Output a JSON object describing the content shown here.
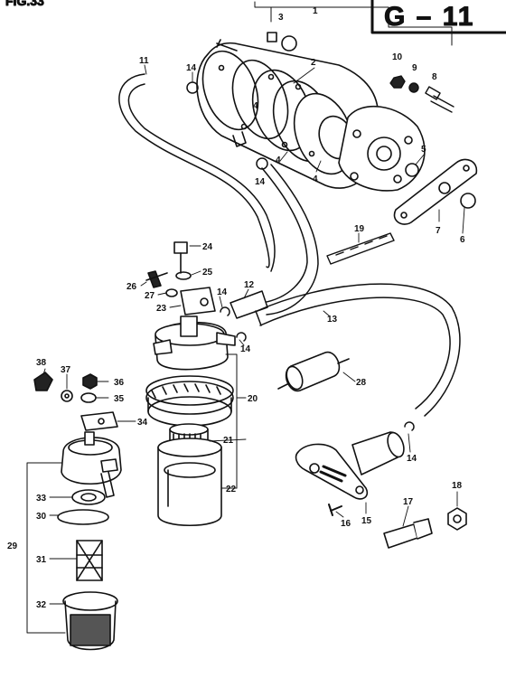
{
  "header": {
    "fig_label": "FIG.33",
    "page_code": "G – 11"
  },
  "colors": {
    "ink": "#111111",
    "paper": "#ffffff"
  },
  "callouts": [
    "1",
    "2",
    "3",
    "4",
    "4",
    "4",
    "5",
    "6",
    "7",
    "8",
    "9",
    "10",
    "11",
    "12",
    "13",
    "14",
    "14",
    "14",
    "14",
    "14",
    "15",
    "16",
    "17",
    "18",
    "19",
    "20",
    "21",
    "22",
    "23",
    "24",
    "25",
    "26",
    "27",
    "28",
    "29",
    "30",
    "31",
    "32",
    "33",
    "34",
    "35",
    "36",
    "37",
    "38"
  ],
  "parts": [
    {
      "icon": "fuel-pump-icon"
    },
    {
      "icon": "hose-icon"
    },
    {
      "icon": "fuel-filter-assembly-icon"
    },
    {
      "icon": "water-separator-icon"
    },
    {
      "icon": "inline-filter-icon"
    },
    {
      "icon": "fuel-connector-icon"
    },
    {
      "icon": "bolt-icon"
    },
    {
      "icon": "nut-icon"
    },
    {
      "icon": "clip-icon"
    }
  ]
}
